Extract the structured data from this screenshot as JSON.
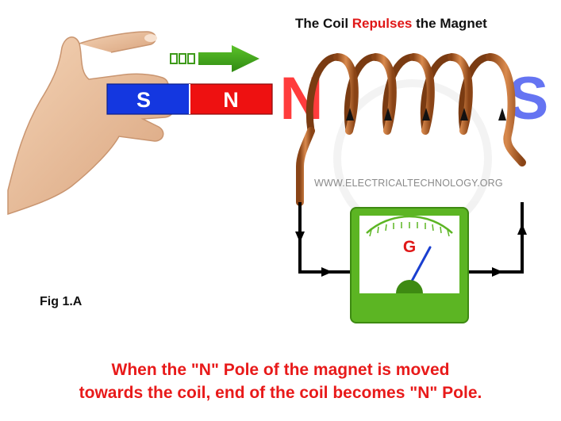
{
  "title": {
    "part1": "The Coil ",
    "highlight": "Repulses",
    "part2": " the Magnet"
  },
  "magnet": {
    "south_label": "S",
    "north_label": "N",
    "south_color": "#1437e0",
    "north_color": "#ee1111"
  },
  "coil": {
    "left_pole_label": "N",
    "right_pole_label": "S",
    "left_pole_color": "#ff1a1a",
    "right_pole_color": "#4a5cf0",
    "wire_color": "#b5652c"
  },
  "galvanometer": {
    "label": "G",
    "body_color": "#5cb523"
  },
  "motion_arrow_icon": "right-arrow-icon",
  "hand_icon": "hand-icon",
  "watermark": "WWW.ELECTRICALTECHNOLOGY.ORG",
  "figure_label": "Fig 1.A",
  "caption": {
    "line1": "When the \"N\" Pole of the magnet is moved",
    "line2": "towards the coil, end of the coil becomes \"N\" Pole."
  }
}
